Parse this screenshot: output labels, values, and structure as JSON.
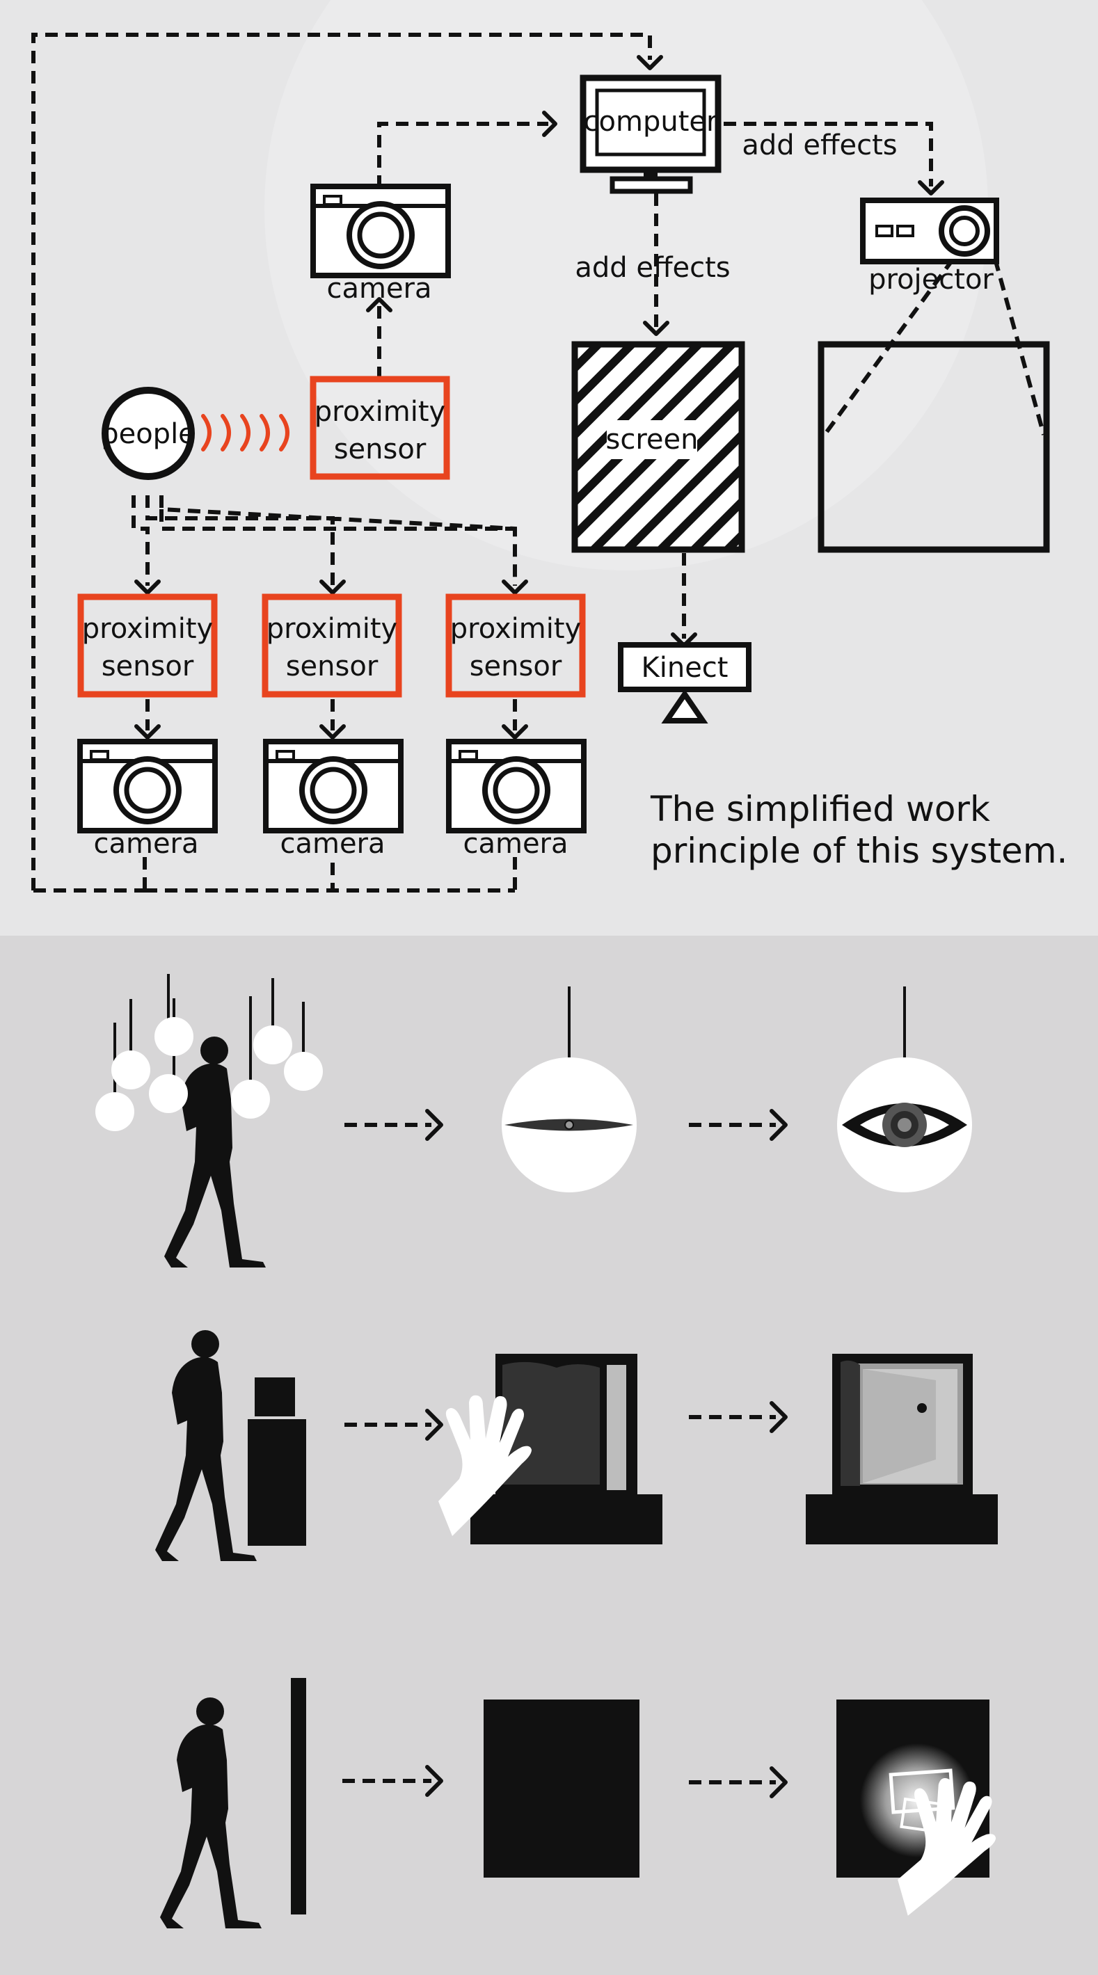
{
  "diagram": {
    "labels": {
      "computer": "computer",
      "add_effects_projector": "add effects",
      "add_effects_screen": "add effects",
      "projector": "projector",
      "camera_top": "camera",
      "screen": "screen",
      "people": "people",
      "proximity_sensor_top": "proximity\nsensor",
      "proximity_sensor_1": "proximity\nsensor",
      "proximity_sensor_2": "proximity\nsensor",
      "proximity_sensor_3": "proximity\nsensor",
      "camera_1": "camera",
      "camera_2": "camera",
      "camera_3": "camera",
      "kinect": "Kinect"
    },
    "caption": [
      "The simplified work",
      "principle of this system."
    ]
  },
  "scenarios": [
    {
      "name": "hanging-lights-eye"
    },
    {
      "name": "box-curtain-door"
    },
    {
      "name": "wall-dark-panel-hand"
    }
  ],
  "colors": {
    "top_background": "#e6e6e7",
    "bottom_background": "#d7d6d7",
    "line": "#111111",
    "sensor_red": "#e8441f",
    "white": "#ffffff"
  }
}
